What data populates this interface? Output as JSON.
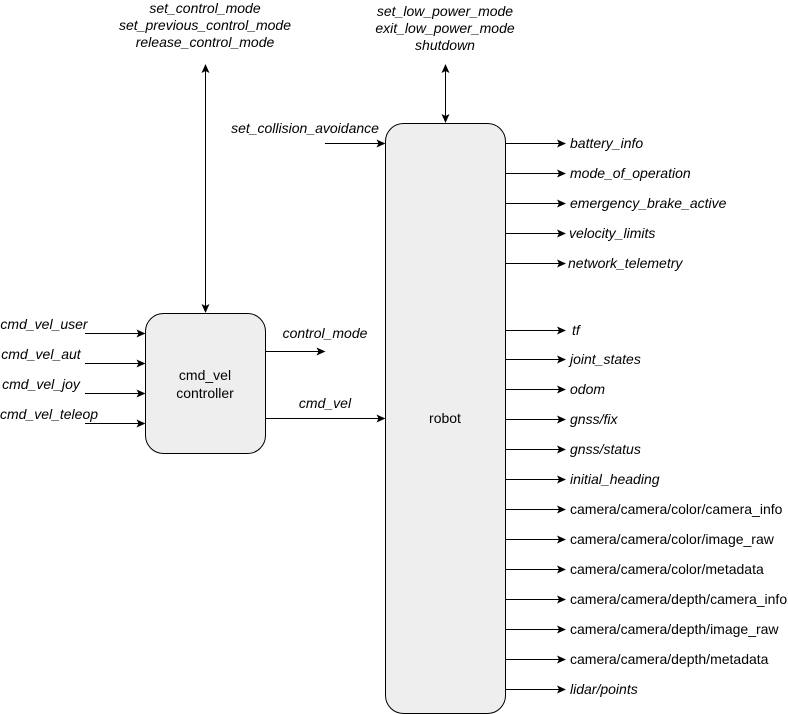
{
  "nodes": {
    "controller": {
      "line1": "cmd_vel",
      "line2": "controller"
    },
    "robot": {
      "label": "robot"
    }
  },
  "top_services": {
    "controller": [
      "set_control_mode",
      "set_previous_control_mode",
      "release_control_mode"
    ],
    "robot": [
      "set_low_power_mode",
      "exit_low_power_mode",
      "shutdown"
    ]
  },
  "inputs": {
    "controller": [
      "cmd_vel_user",
      "cmd_vel_aut",
      "cmd_vel_joy",
      "cmd_vel_teleop"
    ],
    "robot_collision": "set_collision_avoidance"
  },
  "controller_outputs": {
    "control_mode": "control_mode",
    "cmd_vel": "cmd_vel"
  },
  "robot_outputs": [
    {
      "label": "battery_info",
      "italic": true
    },
    {
      "label": "mode_of_operation",
      "italic": true
    },
    {
      "label": "emergency_brake_active",
      "italic": true
    },
    {
      "label": "velocity_limits",
      "italic": true
    },
    {
      "label": "network_telemetry",
      "italic": true
    },
    {
      "label": "tf",
      "italic": true
    },
    {
      "label": "joint_states",
      "italic": true
    },
    {
      "label": "odom",
      "italic": true
    },
    {
      "label": "gnss/fix",
      "italic": true
    },
    {
      "label": "gnss/status",
      "italic": true
    },
    {
      "label": "initial_heading",
      "italic": true
    },
    {
      "label": "camera/camera/color/camera_info",
      "italic": false
    },
    {
      "label": "camera/camera/color/image_raw",
      "italic": false
    },
    {
      "label": "camera/camera/color/metadata",
      "italic": false
    },
    {
      "label": "camera/camera/depth/camera_info",
      "italic": false
    },
    {
      "label": "camera/camera/depth/image_raw",
      "italic": false
    },
    {
      "label": "camera/camera/depth/metadata",
      "italic": false
    },
    {
      "label": "lidar/points",
      "italic": true
    }
  ]
}
